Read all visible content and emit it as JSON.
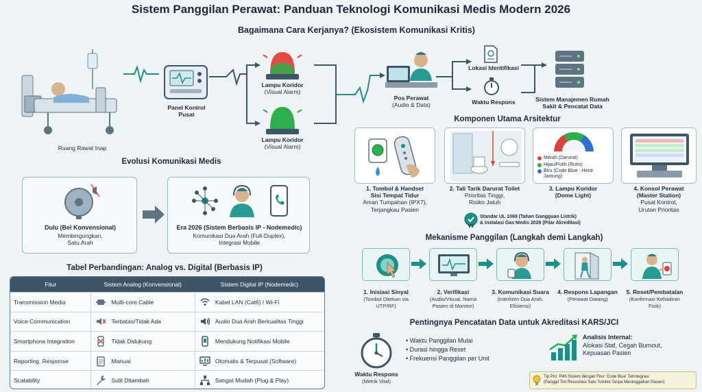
{
  "title": "Sistem Panggilan Perawat: Panduan Teknologi Komunikasi Medis Modern 2026",
  "subtitle": "Bagaimana Cara Kerjanya? (Ekosistem Komunikasi Kritis)",
  "flow": {
    "room": "Ruang Rawat Inap",
    "panel_l1": "Panel Kontrol",
    "panel_l2": "Pusat",
    "lamp1_l1": "Lampu Koridor",
    "lamp1_l2": "(Visual Alarm)",
    "lamp2_l1": "Lampu Koridor",
    "lamp2_l2": "(Visual Alarm)",
    "nurse_l1": "Pos Perawat",
    "nurse_l2": "(Audio & Data)",
    "loc": "Lokasi Identifikasi",
    "resp_time": "Waktu Respons",
    "server_l1": "Sistem Manajemen Rumah",
    "server_l2": "Sakit & Pencatat Data"
  },
  "evolution": {
    "title": "Evolusi Komunikasi Medis",
    "old_title": "Dulu (Bel Konvensional)",
    "old_d1": "Membingungkan,",
    "old_d2": "Satu Arah",
    "new_title": "Era 2026 (Sistem Berbasis IP - Nodemedic)",
    "new_d1": "Komunikasi Dua Arah (Full-Duplex),",
    "new_d2": "Integrasi Mobile"
  },
  "comparison": {
    "title": "Tabel Perbandingan: Analog vs. Digital (Berbasis IP)",
    "headers": [
      "Fitur",
      "Sistem Analog (Konvensional)",
      "Sistem Digital IP (Nodemedic)"
    ],
    "rows": [
      {
        "feature": "Transmission Media",
        "analog": "Multi-core Cable",
        "analog_icon": "cable-icon",
        "digital": "Kabel LAN (Cat6) / Wi-Fi",
        "digital_icon": "wifi-icon"
      },
      {
        "feature": "Voice Communication",
        "analog": "Terbatas/Tidak Ada",
        "analog_icon": "mute-speaker-icon",
        "digital": "Audio Dua Arah Berkualitas Tinggi",
        "digital_icon": "speaker-icon"
      },
      {
        "feature": "Smartphone Integration",
        "analog": "Tidak Didukung",
        "analog_icon": "no-phone-icon",
        "digital": "Mendukung Notifikasi Mobile",
        "digital_icon": "smartphone-icon"
      },
      {
        "feature": "Reporting, Response",
        "analog": "Manual",
        "analog_icon": "clipboard-icon",
        "digital": "Otomatis & Terpusat (Software)",
        "digital_icon": "monitor-icon"
      },
      {
        "feature": "Scalability",
        "analog": "Sulit Ditambah",
        "analog_icon": "wrench-icon",
        "digital": "Sangat Mudah (Plug & Play)",
        "digital_icon": "network-icon"
      }
    ]
  },
  "components": {
    "title": "Komponen Utama Arsitektur",
    "c1_t1": "1. Tombol & Handset",
    "c1_t2": "Sisi Tempat Tidur",
    "c1_d1": "Aman Tumpahan (IPX7),",
    "c1_d2": "Terjangkau Pasien",
    "c2_t1": "2. Tali Tarik Darurat Toilet",
    "c2_d1": "Prioritas Tinggi,",
    "c2_d2": "Risiko Jatuh",
    "c3_t1": "3. Lampu Koridor",
    "c3_t2": "(Dome Light)",
    "c3_legend": [
      "Merah (Darurat)",
      "Hijau/Putih (Rutin)",
      "Biru (Code Blue - Henti Jantung)"
    ],
    "c4_t1": "4. Konsol Perawat",
    "c4_t2": "(Master Station)",
    "c4_d1": "Pusat Kontrol,",
    "c4_d2": "Urutan Prioritas",
    "standard_l1": "Standar UL 1069 (Tahan Gangguan Listrik)",
    "standard_l2": "& Instalasi Gas Medis 2026 (Pilar Akreditasi)"
  },
  "mechanism": {
    "title": "Mekanisme Panggilan (Langkah demi Langkah)",
    "steps": [
      {
        "t": "1. Inisiasi Sinyal",
        "d1": "(Tombol Ditekan via",
        "d2": "UTP/RF)"
      },
      {
        "t": "2. Verifikasi",
        "d1": "(Audio/Visual, Nama",
        "d2": "Pasien di Monitor)"
      },
      {
        "t": "3. Komunikasi Suara",
        "d1": "(Interkom Dua Arah,",
        "d2": "Efisiensi)"
      },
      {
        "t": "4. Respons Lapangan",
        "d1": "(Perawat Datang)",
        "d2": ""
      },
      {
        "t": "5. Reset/Pembatalan",
        "d1": "(Konfirmasi Kehadiran",
        "d2": "Fisik)"
      }
    ]
  },
  "records": {
    "title": "Pentingnya Pencatatan Data untuk Akreditasi KARS/JCI",
    "stopwatch_l1": "Waktu Respons",
    "stopwatch_l2": "(Metrik Vital)",
    "bullets": [
      "Waktu Panggilan Mulai",
      "Durasi hingga Reset",
      "Frekuensi Panggilan per Unit"
    ],
    "analysis_title": "Analisis Internal:",
    "analysis_d1": "Alokasi Staf, Cegah Burnout,",
    "analysis_d2": "Kepuasan Pasien",
    "tip_l1": "Tip Pro: Pilih Sistem dengan Fitur 'Code Blue' Terintegrasi",
    "tip_l2": "(Panggil Tim Resusitasi Satu Tombol Tanpa Meninggalkan Pasien)"
  },
  "colors": {
    "teal": "#1e8f88",
    "navy": "#3e5467",
    "red": "#d9443b",
    "green": "#2fae4e",
    "blue": "#2f6fd0"
  }
}
